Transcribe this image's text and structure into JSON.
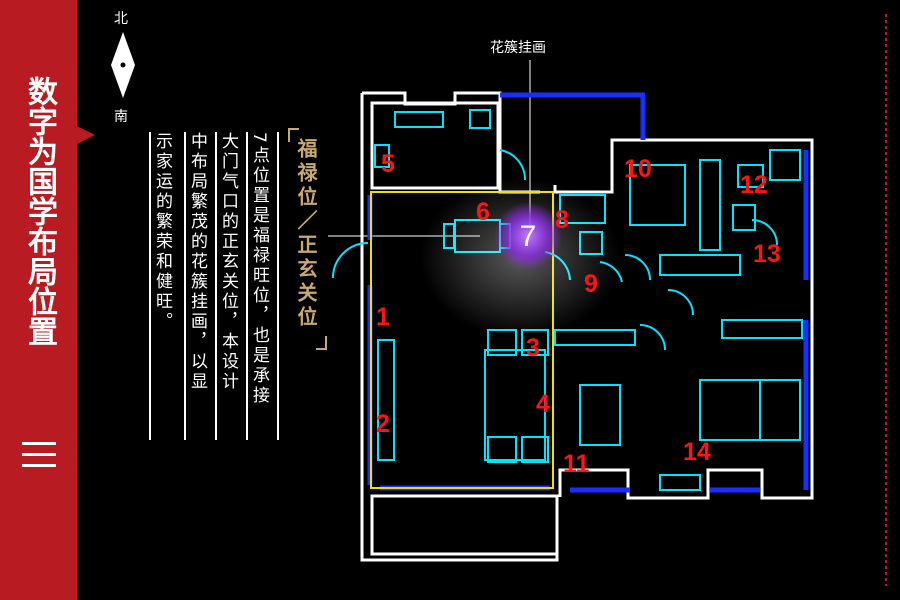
{
  "sidebar": {
    "title": "数字为国学布局位置",
    "numeral": "三"
  },
  "compass": {
    "north": "北",
    "south": "南"
  },
  "text_columns": [
    "7点位置是福禄旺位，也是承接",
    "大门气口的正玄关位，本设计",
    "中布局繁茂的花簇挂画，以显",
    "示家运的繁荣和健旺。"
  ],
  "heading": "福禄位／正玄关位",
  "callout_label": "花簇挂画",
  "highlight_number": "7",
  "floorplan_numbers": [
    "1",
    "2",
    "3",
    "4",
    "5",
    "6",
    "8",
    "9",
    "10",
    "11",
    "12",
    "13",
    "14"
  ],
  "colors": {
    "accent_red": "#b81b22",
    "gold": "#c9a96e",
    "plan_cyan": "#00e5ff",
    "plan_blue": "#1a2fff",
    "marker_red": "#ff1414",
    "highlight_purple": "#8a2be2"
  }
}
